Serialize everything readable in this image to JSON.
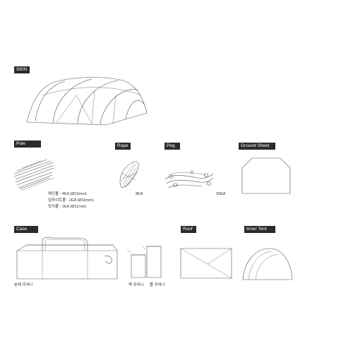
{
  "sections": {
    "skin": {
      "label": "SKIN"
    },
    "pole": {
      "label": "Pole",
      "specs": [
        "메인폴 : 4EA (Ø13mm)",
        "업라이트폴 : 2EA (Ø16mm)",
        "릿지폴 : 1EA (Ø11mm)"
      ]
    },
    "rope": {
      "label": "Rope",
      "count": "8EA"
    },
    "peg": {
      "label": "Peg",
      "count": "20EA"
    },
    "ground_sheet": {
      "label": "Ground Sheet"
    },
    "case": {
      "label": "Case",
      "caption": "본체 주머니"
    },
    "pole_bags": {
      "caption_peg": "펙 주머니",
      "caption_pole": "폴 주머니"
    },
    "roof": {
      "label": "Roof"
    },
    "inner_tent": {
      "label": "Inner Tent"
    }
  }
}
